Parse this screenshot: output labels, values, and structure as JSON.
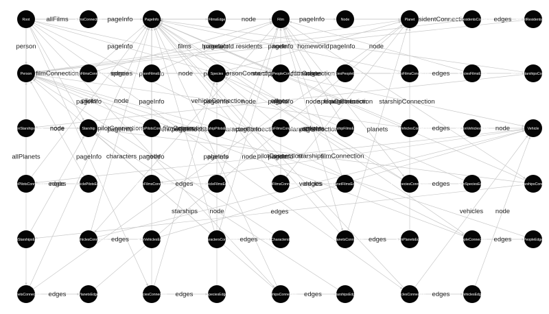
{
  "colors": {
    "node": "#050505",
    "edge": "#c8c8c8",
    "label": "#222222",
    "node_text": "#ffffff"
  },
  "nodes": [
    "Root",
    "FilmsConnection",
    "PageInfo",
    "FilmsEdge",
    "Film",
    "Node",
    "Planet",
    "PlanetResidentsConnection",
    "PlanetResidentsEdge",
    "Person",
    "PersonFilmsConnection",
    "PersonFilmsEdge",
    "Species",
    "SpeciesPeopleConnection",
    "SpeciesPeopleEdge",
    "SpeciesFilmsConnection",
    "SpeciesFilmsEdge",
    "PersonStarshipsConnection",
    "PersonStarshipsEdge",
    "Starship",
    "StarshipPilotsConnection",
    "StarshipPilotsEdge",
    "StarshipFilmsConnection",
    "StarshipFilmsEdge",
    "PersonVehiclesConnection",
    "PersonVehiclesEdge",
    "Vehicle",
    "VehiclePilotsConnection",
    "VehiclePilotsEdge",
    "VehicleFilmsConnection",
    "VehicleFilmsEdge",
    "PlanetFilmsConnection",
    "PlanetFilmsEdge",
    "FilmSpeciesConnection",
    "FilmSpeciesEdge",
    "FilmStarshipsConnection",
    "FilmStarshipsEdge",
    "FilmVehiclesConnection",
    "FilmVehiclesEdge",
    "FilmCharactersConnection",
    "FilmCharactersEdge",
    "FilmPlanetsConnection",
    "FilmPlanetsEdge",
    "PeopleConnection",
    "PeopleEdge",
    "PlanetsConnection",
    "PlanetsEdge",
    "SpeciesConnection",
    "SpeciesEdge",
    "StarshipsConnection",
    "StarshipsEdge",
    "VehiclesConnection",
    "VehiclesEdge"
  ],
  "edges": [
    [
      "Root",
      "FilmsConnection",
      "allFilms"
    ],
    [
      "FilmsConnection",
      "PageInfo",
      "pageInfo"
    ],
    [
      "FilmsConnection",
      "FilmsEdge",
      "edges"
    ],
    [
      "FilmsEdge",
      "Film",
      "node"
    ],
    [
      "Film",
      "Node",
      ""
    ],
    [
      "Planet",
      "PlanetResidentsConnection",
      "residentConnection"
    ],
    [
      "PlanetResidentsConnection",
      "PlanetResidentsEdge",
      "edges"
    ],
    [
      "Root",
      "Person",
      "person"
    ],
    [
      "Root",
      "Film",
      ""
    ],
    [
      "Root",
      "Planet",
      ""
    ],
    [
      "Root",
      "Species",
      ""
    ],
    [
      "Root",
      "Starship",
      ""
    ],
    [
      "Root",
      "Vehicle",
      ""
    ],
    [
      "Root",
      "PeopleConnection",
      ""
    ],
    [
      "Root",
      "PlanetsConnection",
      "allPlanets"
    ],
    [
      "Root",
      "SpeciesConnection",
      ""
    ],
    [
      "Root",
      "StarshipsConnection",
      ""
    ],
    [
      "Root",
      "VehiclesConnection",
      ""
    ],
    [
      "Person",
      "PersonFilmsConnection",
      "filmConnection"
    ],
    [
      "PersonFilmsConnection",
      "PersonFilmsEdge",
      "edges"
    ],
    [
      "PersonFilmsConnection",
      "PageInfo",
      "pageInfo"
    ],
    [
      "PersonFilmsEdge",
      "Film",
      "node"
    ],
    [
      "Person",
      "Planet",
      "homeworld"
    ],
    [
      "Person",
      "Species",
      "species"
    ],
    [
      "Person",
      "PersonStarshipsConnection",
      "starshipConnection"
    ],
    [
      "Person",
      "PersonVehiclesConnection",
      "vehicleConnection"
    ],
    [
      "Species",
      "SpeciesPeopleConnection",
      "personConnection"
    ],
    [
      "SpeciesPeopleConnection",
      "SpeciesPeopleEdge",
      "edges"
    ],
    [
      "SpeciesPeopleConnection",
      "PageInfo",
      "pageInfo"
    ],
    [
      "SpeciesPeopleEdge",
      "Person",
      "node"
    ],
    [
      "Species",
      "SpeciesFilmsConnection",
      "filmConnection"
    ],
    [
      "SpeciesFilmsConnection",
      "SpeciesFilmsEdge",
      "edges"
    ],
    [
      "SpeciesFilmsConnection",
      "PageInfo",
      "pageInfo"
    ],
    [
      "SpeciesFilmsEdge",
      "Film",
      "node"
    ],
    [
      "Species",
      "Planet",
      "homeworld"
    ],
    [
      "PersonStarshipsConnection",
      "PersonStarshipsEdge",
      "edges"
    ],
    [
      "PersonStarshipsConnection",
      "PageInfo",
      "pageInfo"
    ],
    [
      "PersonStarshipsEdge",
      "Starship",
      "node"
    ],
    [
      "Starship",
      "StarshipPilotsConnection",
      "pilotConnection"
    ],
    [
      "StarshipPilotsConnection",
      "StarshipPilotsEdge",
      "edges"
    ],
    [
      "StarshipPilotsConnection",
      "PageInfo",
      "pageInfo"
    ],
    [
      "StarshipPilotsEdge",
      "Person",
      "node"
    ],
    [
      "Starship",
      "StarshipFilmsConnection",
      "filmConnection"
    ],
    [
      "StarshipFilmsConnection",
      "StarshipFilmsEdge",
      "edges"
    ],
    [
      "StarshipFilmsConnection",
      "PageInfo",
      "pageInfo"
    ],
    [
      "StarshipFilmsEdge",
      "Film",
      "node"
    ],
    [
      "PersonVehiclesConnection",
      "PersonVehiclesEdge",
      "edges"
    ],
    [
      "PersonVehiclesConnection",
      "PageInfo",
      "pageInfo"
    ],
    [
      "PersonVehiclesEdge",
      "Vehicle",
      "node"
    ],
    [
      "Vehicle",
      "VehiclePilotsConnection",
      "pilotConnection"
    ],
    [
      "VehiclePilotsConnection",
      "VehiclePilotsEdge",
      "edges"
    ],
    [
      "VehiclePilotsConnection",
      "PageInfo",
      "pageInfo"
    ],
    [
      "VehiclePilotsEdge",
      "Person",
      "node"
    ],
    [
      "Vehicle",
      "VehicleFilmsConnection",
      "filmConnection"
    ],
    [
      "VehicleFilmsConnection",
      "VehicleFilmsEdge",
      "edges"
    ],
    [
      "VehicleFilmsConnection",
      "PageInfo",
      "pageInfo"
    ],
    [
      "VehicleFilmsEdge",
      "Film",
      "node"
    ],
    [
      "Planet",
      "PlanetFilmsConnection",
      "filmConnection"
    ],
    [
      "PlanetFilmsConnection",
      "PlanetFilmsEdge",
      "edges"
    ],
    [
      "PlanetFilmsConnection",
      "PageInfo",
      "pageInfo"
    ],
    [
      "PlanetFilmsEdge",
      "Film",
      "node"
    ],
    [
      "PlanetResidentsConnection",
      "PageInfo",
      "pageInfo"
    ],
    [
      "PlanetResidentsEdge",
      "Person",
      "node"
    ],
    [
      "Film",
      "FilmSpeciesConnection",
      "speciesConnection"
    ],
    [
      "FilmSpeciesConnection",
      "FilmSpeciesEdge",
      "edges"
    ],
    [
      "FilmSpeciesConnection",
      "PageInfo",
      "pageInfo"
    ],
    [
      "FilmSpeciesEdge",
      "Species",
      "node"
    ],
    [
      "Film",
      "FilmStarshipsConnection",
      "starshipConnection"
    ],
    [
      "FilmStarshipsConnection",
      "FilmStarshipsEdge",
      "edges"
    ],
    [
      "FilmStarshipsConnection",
      "PageInfo",
      "pageInfo"
    ],
    [
      "FilmStarshipsEdge",
      "Starship",
      "node"
    ],
    [
      "Film",
      "FilmVehiclesConnection",
      "vehicleConnection"
    ],
    [
      "FilmVehiclesConnection",
      "FilmVehiclesEdge",
      "edges"
    ],
    [
      "FilmVehiclesConnection",
      "PageInfo",
      "pageInfo"
    ],
    [
      "FilmVehiclesEdge",
      "Vehicle",
      "node"
    ],
    [
      "Film",
      "FilmCharactersConnection",
      "characterConnection"
    ],
    [
      "FilmCharactersConnection",
      "FilmCharactersEdge",
      "edges"
    ],
    [
      "FilmCharactersConnection",
      "PageInfo",
      "pageInfo"
    ],
    [
      "FilmCharactersEdge",
      "Person",
      "node"
    ],
    [
      "Film",
      "FilmPlanetsConnection",
      "planetConnection"
    ],
    [
      "FilmPlanetsConnection",
      "FilmPlanetsEdge",
      "edges"
    ],
    [
      "FilmPlanetsConnection",
      "PageInfo",
      "pageInfo"
    ],
    [
      "FilmPlanetsEdge",
      "Planet",
      "node"
    ],
    [
      "PeopleConnection",
      "PeopleEdge",
      "edges"
    ],
    [
      "PeopleConnection",
      "PageInfo",
      "pageInfo"
    ],
    [
      "PeopleEdge",
      "Person",
      "node"
    ],
    [
      "PeopleConnection",
      "Person",
      ""
    ],
    [
      "PlanetsConnection",
      "PlanetsEdge",
      "edges"
    ],
    [
      "PlanetsConnection",
      "PageInfo",
      "pageInfo"
    ],
    [
      "PlanetsEdge",
      "Planet",
      "node"
    ],
    [
      "PlanetsConnection",
      "Planet",
      "planets"
    ],
    [
      "SpeciesConnection",
      "SpeciesEdge",
      "edges"
    ],
    [
      "SpeciesConnection",
      "PageInfo",
      "pageInfo"
    ],
    [
      "SpeciesEdge",
      "Species",
      "node"
    ],
    [
      "SpeciesConnection",
      "Species",
      ""
    ],
    [
      "StarshipsConnection",
      "StarshipsEdge",
      "edges"
    ],
    [
      "StarshipsConnection",
      "PageInfo",
      "pageInfo"
    ],
    [
      "StarshipsEdge",
      "Starship",
      "node"
    ],
    [
      "StarshipsConnection",
      "Starship",
      "starships"
    ],
    [
      "VehiclesConnection",
      "VehiclesEdge",
      "edges"
    ],
    [
      "VehiclesConnection",
      "PageInfo",
      "pageInfo"
    ],
    [
      "VehiclesEdge",
      "Vehicle",
      "node"
    ],
    [
      "VehiclesConnection",
      "Vehicle",
      "vehicles"
    ],
    [
      "FilmStarshipsConnection",
      "Starship",
      "starships"
    ],
    [
      "FilmVehiclesConnection",
      "Vehicle",
      "vehicles"
    ],
    [
      "FilmCharactersConnection",
      "Person",
      "characters"
    ],
    [
      "FilmPlanetsConnection",
      "Planet",
      "planets"
    ],
    [
      "FilmSpeciesConnection",
      "Species",
      "species"
    ],
    [
      "StarshipPilotsConnection",
      "Person",
      "pilots"
    ],
    [
      "VehiclePilotsConnection",
      "Person",
      "pilots"
    ],
    [
      "PersonFilmsConnection",
      "Film",
      "films"
    ],
    [
      "PlanetFilmsConnection",
      "Film",
      "films"
    ],
    [
      "PlanetResidentsConnection",
      "Person",
      "residents"
    ]
  ]
}
